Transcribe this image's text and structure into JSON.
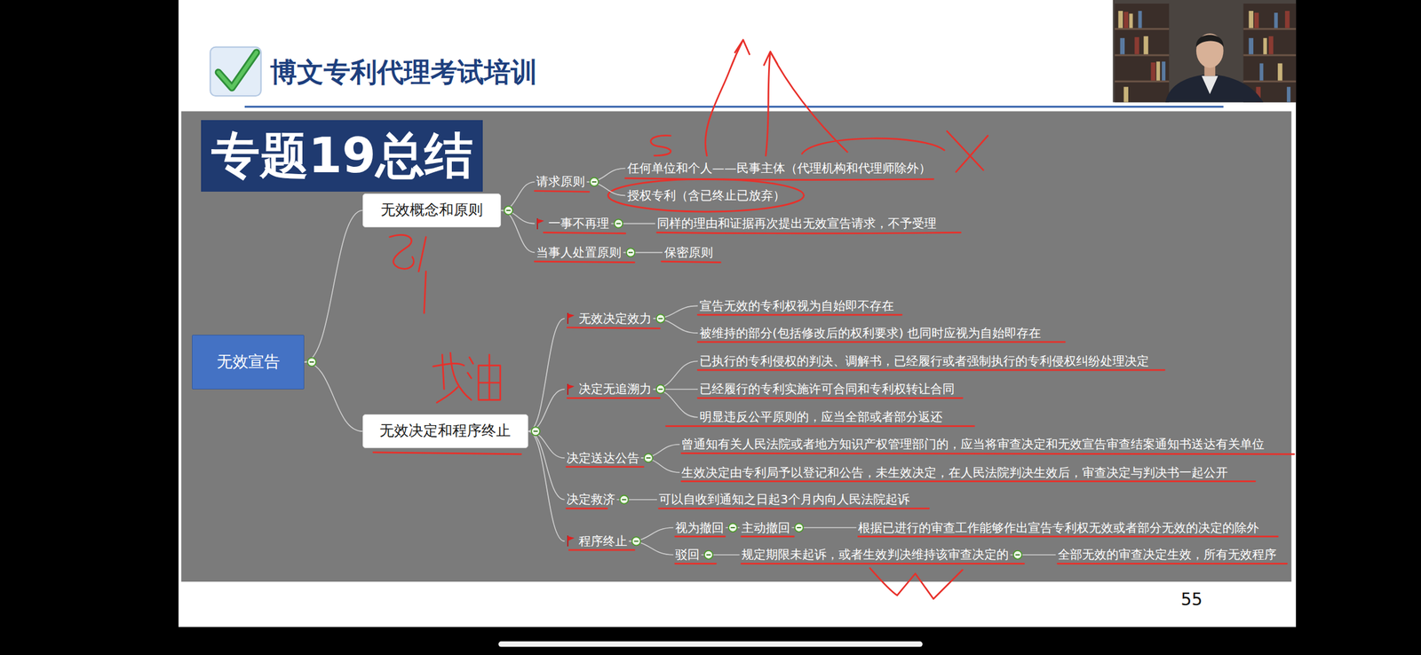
{
  "diagram": {
    "title": "专题19总结",
    "nodes": [
      {
        "text": [
          "无效宣告"
        ]
      },
      {
        "text": [
          "无效概念和原则"
        ]
      },
      {
        "text": [
          "请求原则"
        ]
      },
      {
        "text": [
          "任何单位和个人——民事主体（代理机构和代理师除外）"
        ]
      },
      {
        "text": [
          "授权专利（含已终止已放弃）"
        ]
      },
      {
        "text": [
          "一事不再理"
        ]
      },
      {
        "text": [
          "同样的理由和证据再次提出无效宣告请求，不予受理"
        ]
      },
      {
        "text": [
          "当事人处置原则"
        ]
      },
      {
        "text": [
          "保密原则"
        ]
      },
      {
        "text": [
          "无效决定和程序终止"
        ]
      },
      {
        "text": [
          "无效决定效力"
        ]
      },
      {
        "text": [
          "宣告无效的专利权视为自始即不存在"
        ]
      },
      {
        "text": [
          "被维持的部分(包括修改后的权利要求) 也同时应视为自始即存在"
        ]
      },
      {
        "text": [
          "决定无追溯力"
        ]
      },
      {
        "text": [
          "已执行的专利侵权的判决、调解书，已经履行或者强制执行的专利侵权纠纷处理决定"
        ]
      },
      {
        "text": [
          "已经履行的专利实施许可合同和专利权转让合同"
        ]
      },
      {
        "text": [
          "明显违反公平原则的，应当全部或者部分返还"
        ]
      },
      {
        "text": [
          "决定送达公告"
        ]
      },
      {
        "text": [
          "曾通知有关人民法院或者地方知识产权管理部门的，应当将审查决定和无效宣告审查结案通知书送达有关单位"
        ]
      },
      {
        "text": [
          "生效决定由专利局予以登记和公告，未生效决定，在人民法院判决生效后，审查决定与判决书一起公开"
        ]
      },
      {
        "text": [
          "决定救济"
        ]
      },
      {
        "text": [
          "可以自收到通知之日起3个月内向人民法院起诉"
        ]
      },
      {
        "text": [
          "程序终止"
        ]
      },
      {
        "text": [
          "视为撤回"
        ]
      },
      {
        "text": [
          "主动撤回"
        ]
      },
      {
        "text": [
          "根据已进行的审查工作能够作出宣告专利权无效或者部分无效的决定的除外"
        ]
      },
      {
        "text": [
          "驳回"
        ]
      },
      {
        "text": [
          "规定期限未起诉，或者生效判决维持该审查决定的"
        ]
      },
      {
        "text": [
          "全部无效的审查决定生效，所有无效程序"
        ]
      }
    ],
    "edges": [
      {
        "from": 0,
        "to": 1,
        "arrow": "none"
      },
      {
        "from": 1,
        "to": 2,
        "arrow": "none"
      },
      {
        "from": 2,
        "to": 3,
        "arrow": "none"
      },
      {
        "from": 2,
        "to": 4,
        "arrow": "none"
      },
      {
        "from": 1,
        "to": 5,
        "arrow": "none"
      },
      {
        "from": 5,
        "to": 6,
        "arrow": "none"
      },
      {
        "from": 1,
        "to": 7,
        "arrow": "none"
      },
      {
        "from": 7,
        "to": 8,
        "arrow": "none"
      },
      {
        "from": 0,
        "to": 9,
        "arrow": "none"
      },
      {
        "from": 9,
        "to": 10,
        "arrow": "none"
      },
      {
        "from": 10,
        "to": 11,
        "arrow": "none"
      },
      {
        "from": 10,
        "to": 12,
        "arrow": "none"
      },
      {
        "from": 9,
        "to": 13,
        "arrow": "none"
      },
      {
        "from": 13,
        "to": 14,
        "arrow": "none"
      },
      {
        "from": 13,
        "to": 15,
        "arrow": "none"
      },
      {
        "from": 13,
        "to": 16,
        "arrow": "none"
      },
      {
        "from": 9,
        "to": 17,
        "arrow": "none"
      },
      {
        "from": 17,
        "to": 18,
        "arrow": "none"
      },
      {
        "from": 17,
        "to": 19,
        "arrow": "none"
      },
      {
        "from": 9,
        "to": 20,
        "arrow": "none"
      },
      {
        "from": 20,
        "to": 21,
        "arrow": "none"
      },
      {
        "from": 9,
        "to": 22,
        "arrow": "none"
      },
      {
        "from": 22,
        "to": 23,
        "arrow": "none"
      },
      {
        "from": 23,
        "to": 24,
        "arrow": "none"
      },
      {
        "from": 24,
        "to": 25,
        "arrow": "none"
      },
      {
        "from": 22,
        "to": 26,
        "arrow": "none"
      },
      {
        "from": 26,
        "to": 27,
        "arrow": "none"
      },
      {
        "from": 27,
        "to": 28,
        "arrow": "none"
      }
    ],
    "labels": [
      "博文专利代理考试培训",
      "55"
    ]
  }
}
